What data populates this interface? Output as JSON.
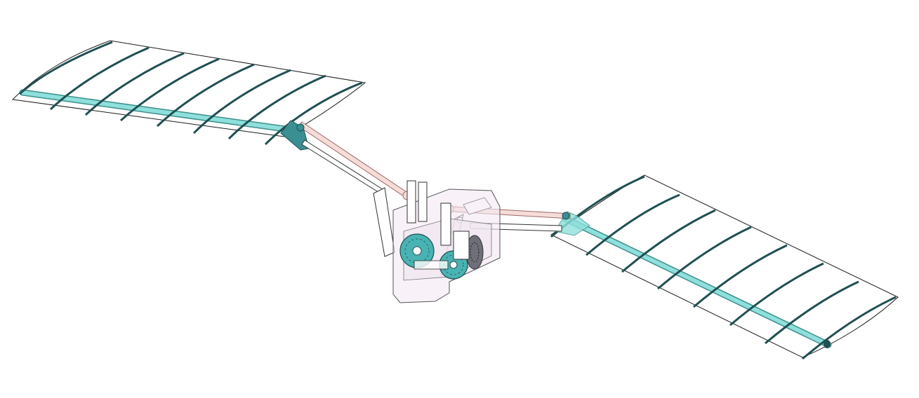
{
  "scene": {
    "background": "#ffffff",
    "description_visible_text": ""
  },
  "colors": {
    "outline": "#1a1a1a",
    "rib": "#1f4f52",
    "spar": "#8fe0dc",
    "spar_edge": "#3c8f8c",
    "rod_pink": "#f6dcd8",
    "rod_pink_edge": "#9a6a66",
    "joint": "#3a8f92",
    "gear_teal": "#49b3b3",
    "gear_gray": "#6f6f7a",
    "body_fill": "#f3eaf4",
    "body_edge": "#555555"
  },
  "parts": {
    "left_wing": {
      "ribs": 8
    },
    "right_wing": {
      "ribs": 8
    },
    "gearbox": {
      "gears": 2
    }
  }
}
